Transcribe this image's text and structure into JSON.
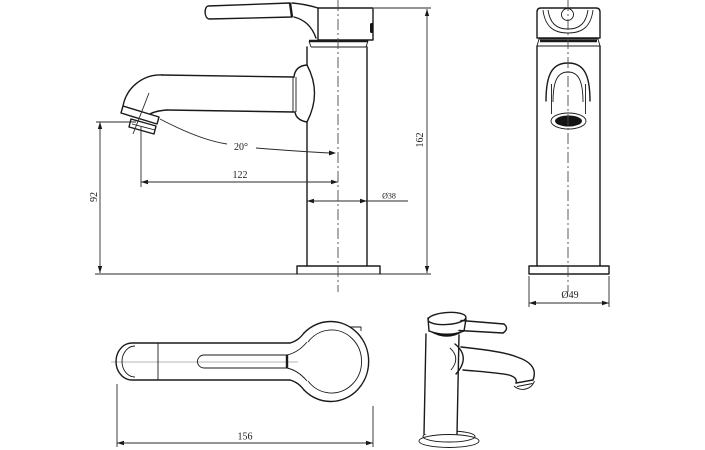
{
  "drawing": {
    "background_color": "#ffffff",
    "line_color": "#1a1a1a",
    "centerline_color": "#4a4a4a",
    "dimensions": {
      "spout_height": "92",
      "spout_reach": "122",
      "spout_angle": "20°",
      "body_diameter": "Ø38",
      "overall_height": "162",
      "base_diameter": "Ø49",
      "overall_length": "156"
    }
  }
}
